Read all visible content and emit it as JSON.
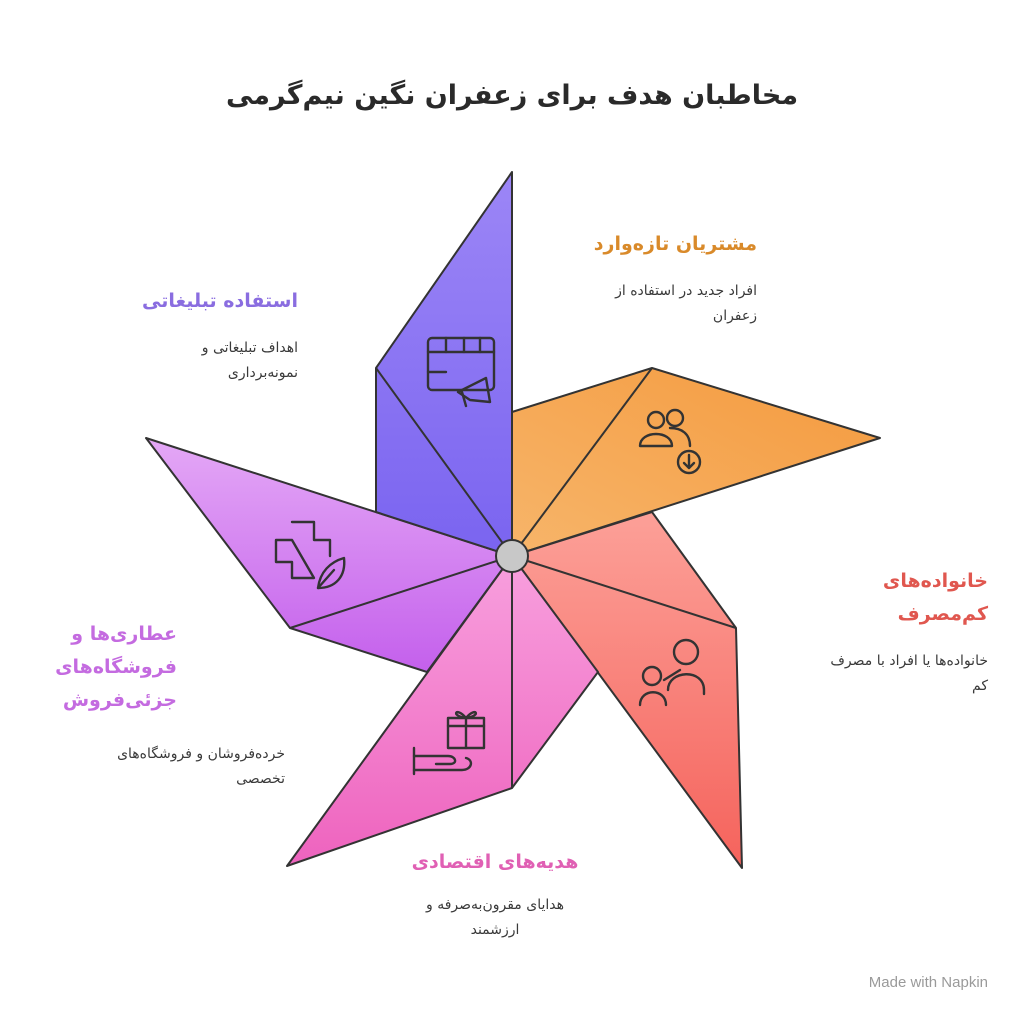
{
  "title": "مخاطبان هدف برای زعفران نگین نیم‌گرمی",
  "segments": [
    {
      "key": "new",
      "title": "مشتریان تازه‌وارد",
      "desc": [
        "افراد جدید در استفاده از",
        "زعفران"
      ],
      "color": "#d98a2a",
      "icon": "users-download-icon"
    },
    {
      "key": "family",
      "title": [
        "خانواده‌های",
        "کم‌مصرف"
      ],
      "desc": [
        "خانواده‌ها یا افراد با مصرف",
        "کم"
      ],
      "color": "#e0574f",
      "icon": "family-icon"
    },
    {
      "key": "gift",
      "title": "هدیه‌های اقتصادی",
      "desc": [
        "هدایای مقرون‌به‌صرفه و",
        "ارزشمند"
      ],
      "color": "#e060b4",
      "icon": "gift-hand-icon"
    },
    {
      "key": "retail",
      "title": [
        "عطاری‌ها و",
        "فروشگاه‌های",
        "جزئی‌فروش"
      ],
      "desc": [
        "خرده‌فروشان و فروشگاه‌های",
        "تخصصی"
      ],
      "color": "#c46be0",
      "icon": "health-leaf-icon"
    },
    {
      "key": "adv",
      "title": "استفاده تبلیغاتی",
      "desc": [
        "اهداف تبلیغاتی و",
        "نمونه‌برداری"
      ],
      "color": "#8a6de0",
      "icon": "video-megaphone-icon"
    }
  ],
  "watermark": "Made with  Napkin"
}
